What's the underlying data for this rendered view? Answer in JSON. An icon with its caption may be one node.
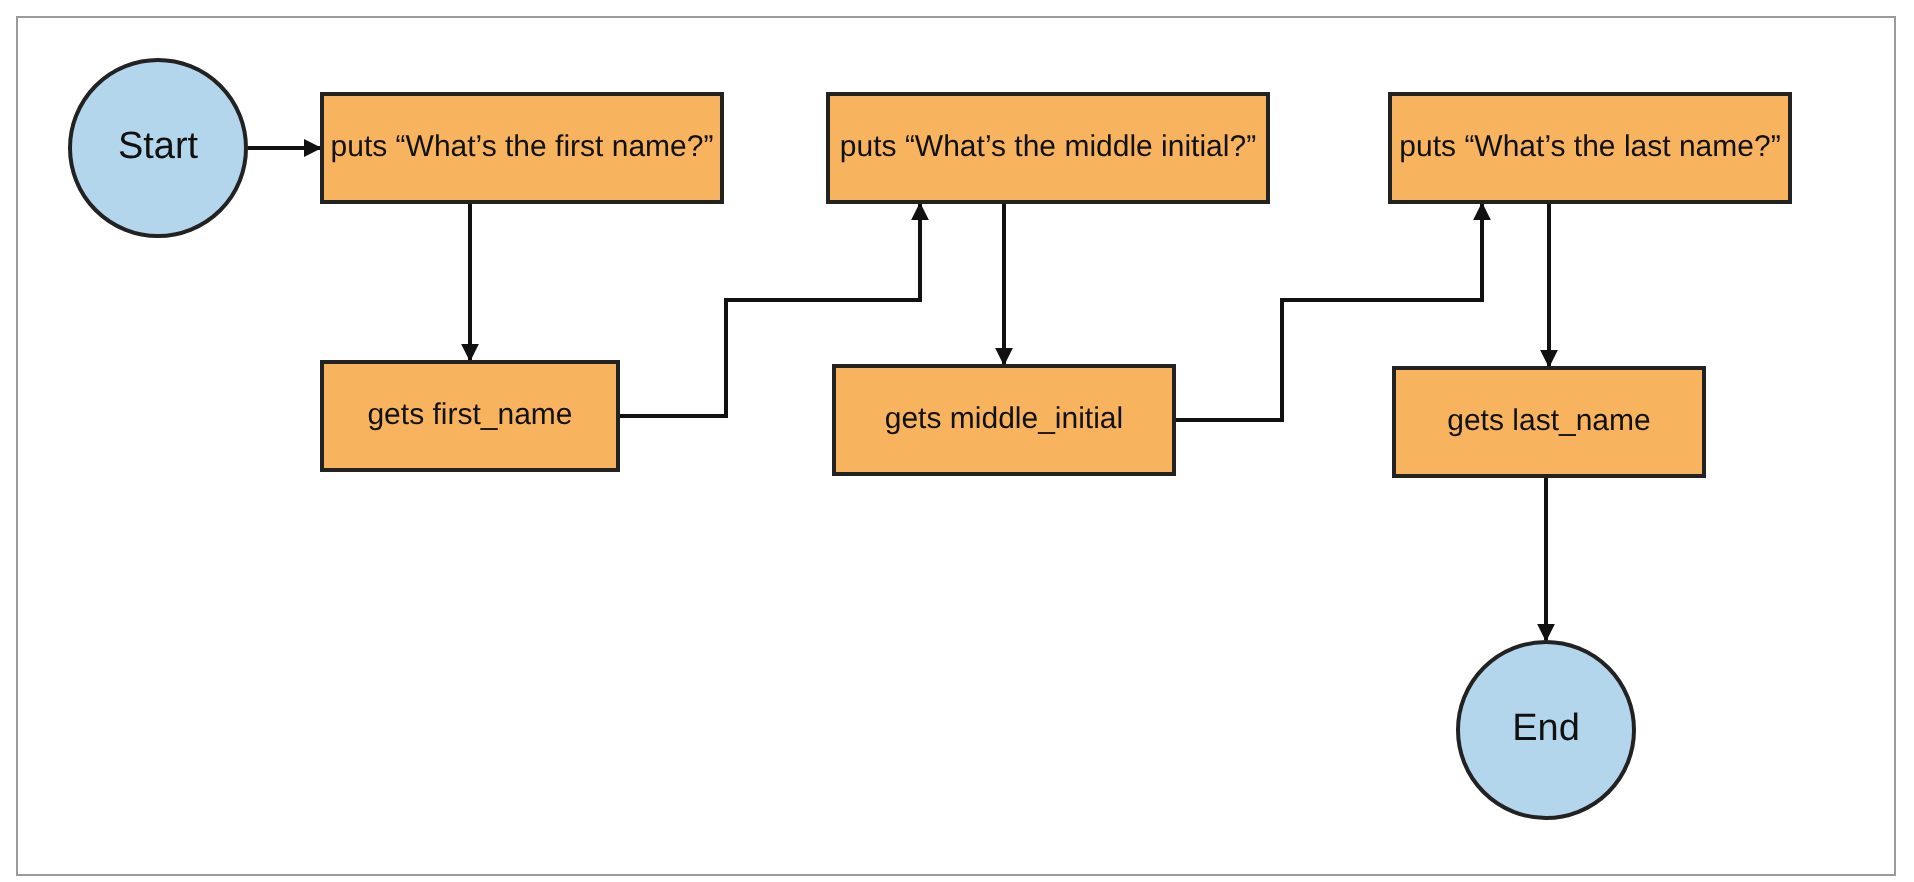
{
  "diagram": {
    "nodes": [
      {
        "text": [
          "Start"
        ]
      },
      {
        "text": [
          "puts “What’s the first name?”"
        ]
      },
      {
        "text": [
          "puts “What’s the middle initial?”"
        ]
      },
      {
        "text": [
          "puts “What’s the last name?”"
        ]
      },
      {
        "text": [
          "gets first_name"
        ]
      },
      {
        "text": [
          "gets middle_initial"
        ]
      },
      {
        "text": [
          "gets last_name"
        ]
      },
      {
        "text": [
          "End"
        ]
      }
    ],
    "edges": [
      {
        "from": 0,
        "to": 1,
        "arrow": "to"
      },
      {
        "from": 1,
        "to": 4,
        "arrow": "to"
      },
      {
        "from": 4,
        "to": 2,
        "arrow": "to"
      },
      {
        "from": 2,
        "to": 5,
        "arrow": "to"
      },
      {
        "from": 5,
        "to": 3,
        "arrow": "to"
      },
      {
        "from": 3,
        "to": 6,
        "arrow": "to"
      },
      {
        "from": 6,
        "to": 7,
        "arrow": "to"
      }
    ]
  }
}
